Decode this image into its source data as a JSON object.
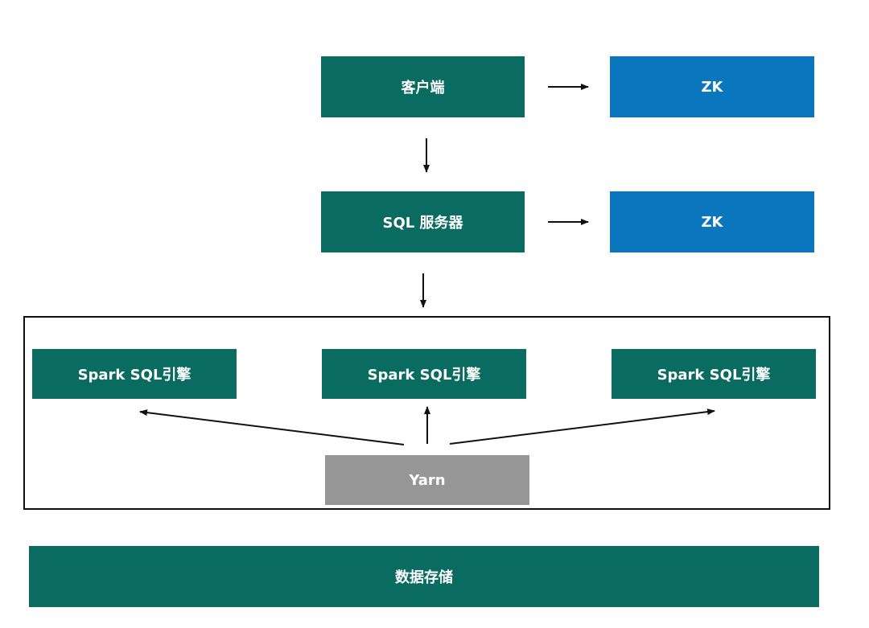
{
  "nodes": {
    "client": "客户端",
    "zk_top": "ZK",
    "sql_server": "SQL 服务器",
    "zk_middle": "ZK",
    "spark_left": "Spark SQL引擎",
    "spark_center": "Spark SQL引擎",
    "spark_right": "Spark SQL引擎",
    "yarn": "Yarn",
    "storage": "数据存储"
  },
  "colors": {
    "green": "#0a6b61",
    "blue": "#0a76bd",
    "gray": "#969696",
    "arrow": "#111111"
  }
}
